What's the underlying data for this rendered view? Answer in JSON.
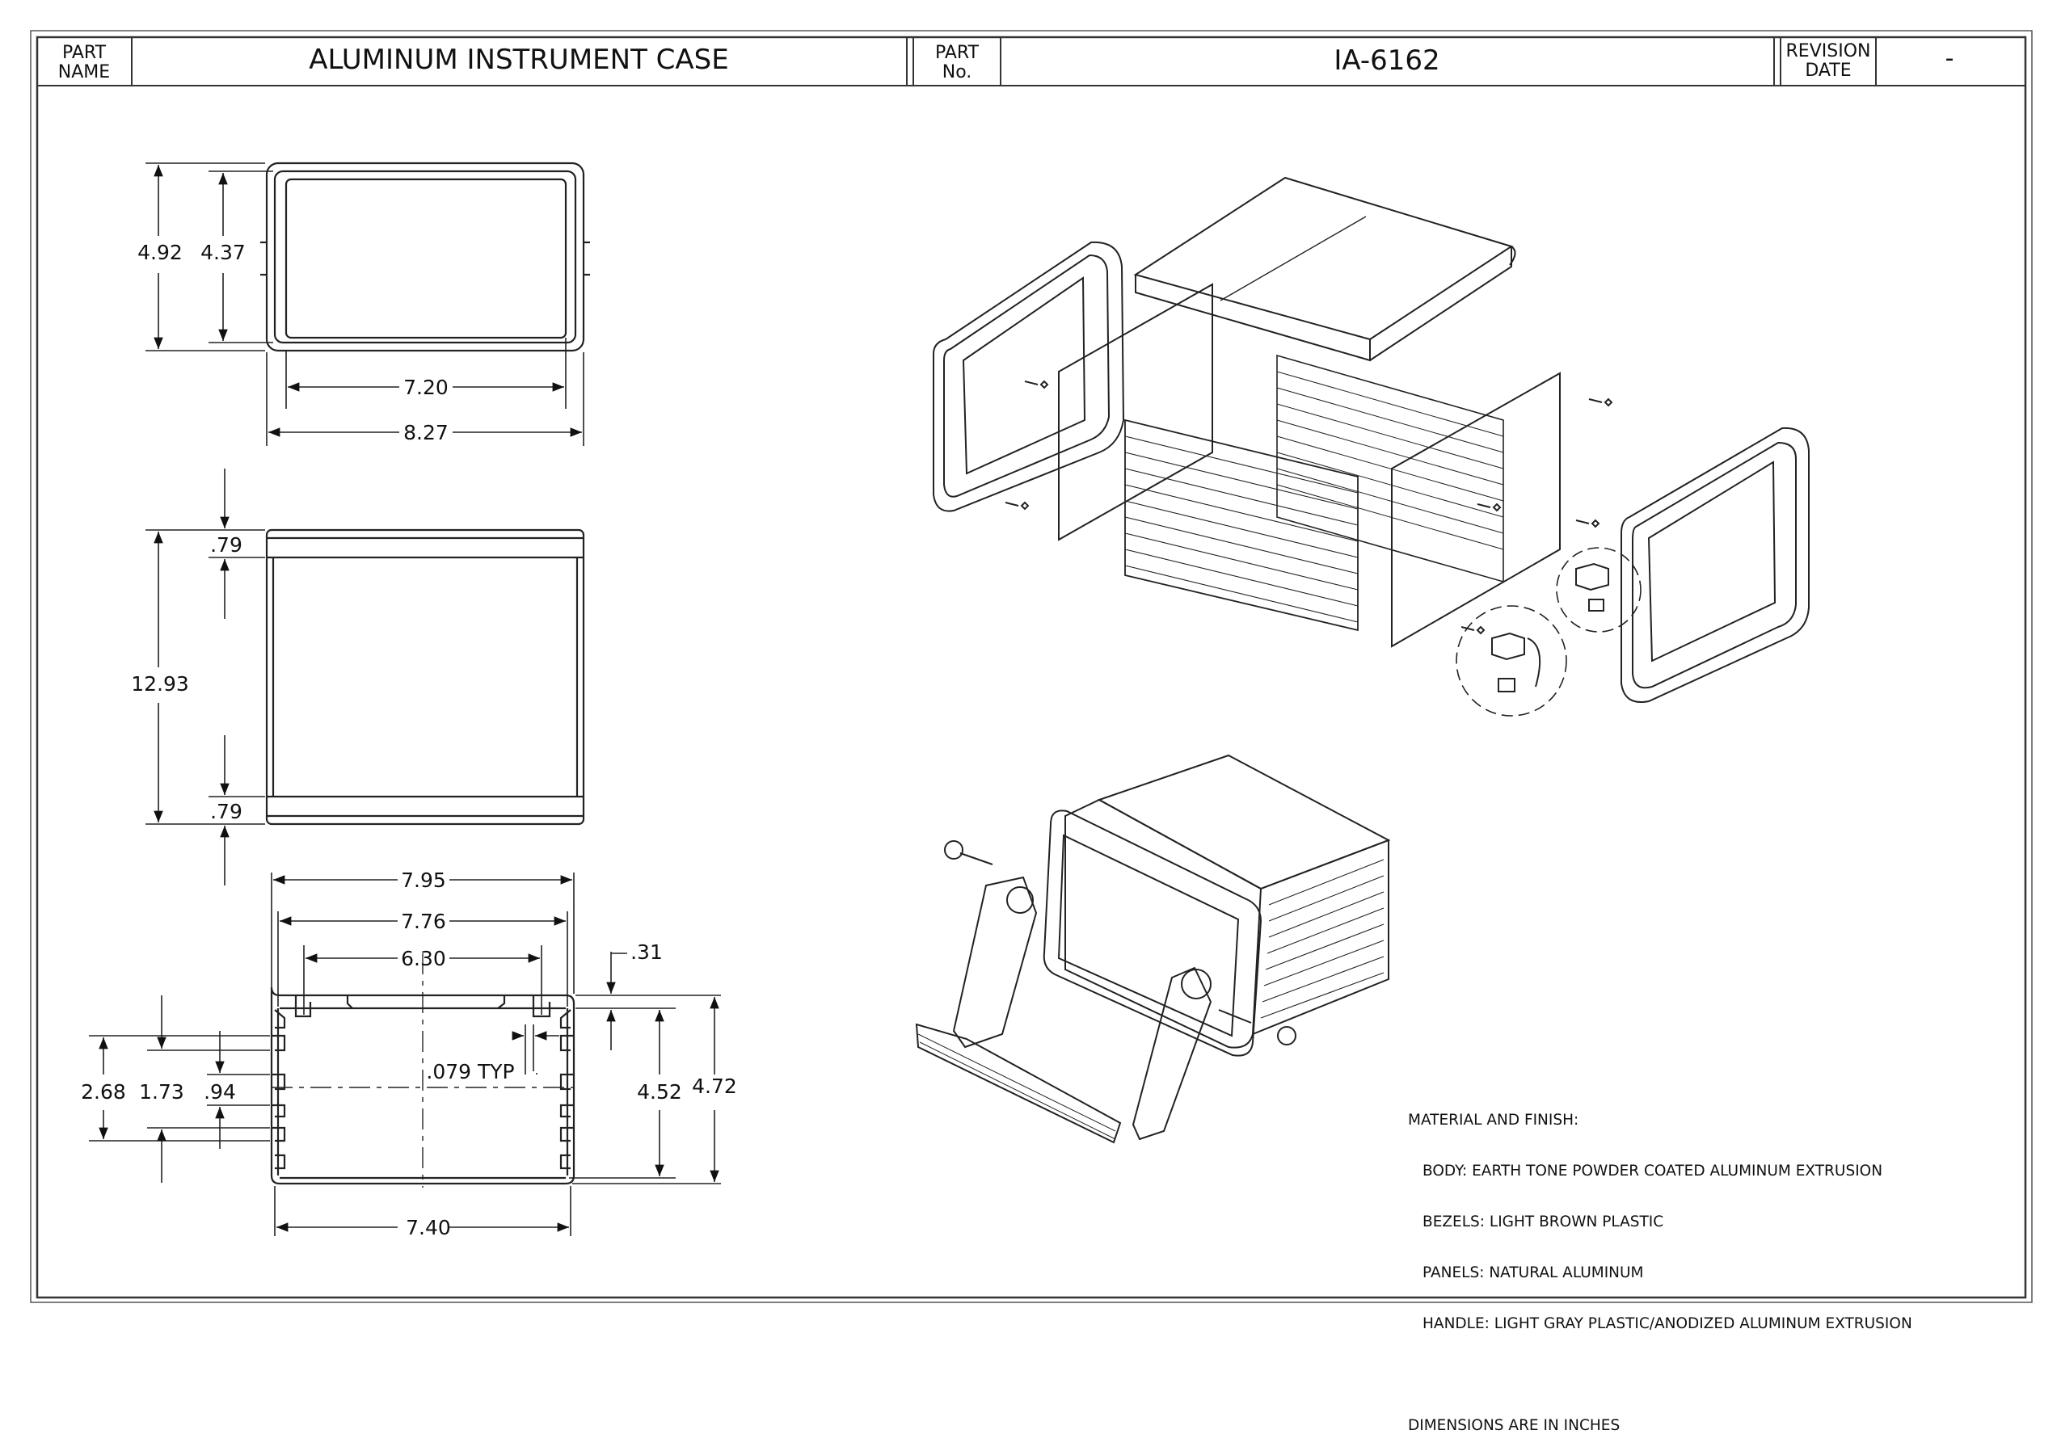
{
  "title_block": {
    "part_name_label": [
      "PART",
      "NAME"
    ],
    "part_name": "ALUMINUM INSTRUMENT CASE",
    "part_no_label": [
      "PART",
      "No."
    ],
    "part_no": "IA-6162",
    "revision_label": [
      "REVISION",
      "DATE"
    ],
    "revision": "-"
  },
  "dimensions": {
    "front": {
      "height_outer": "4.92",
      "height_inner": "4.37",
      "width_inner": "7.20",
      "width_outer": "8.27"
    },
    "side": {
      "top_band": ".79",
      "length": "12.93",
      "bottom_band": ".79"
    },
    "profile": {
      "w1": "7.95",
      "w2": "7.76",
      "w3": "6.30",
      "lip": ".31",
      "h_left1": "2.68",
      "h_left2": "1.73",
      "h_left3": ".94",
      "wall": ".079 TYP",
      "h_right1": "4.52",
      "h_right2": "4.72",
      "w_bottom": "7.40"
    }
  },
  "notes": {
    "heading": "MATERIAL AND FINISH:",
    "items": [
      "BODY: EARTH TONE POWDER COATED ALUMINUM EXTRUSION",
      "BEZELS: LIGHT BROWN PLASTIC",
      "PANELS: NATURAL ALUMINUM",
      "HANDLE: LIGHT GRAY PLASTIC/ANODIZED ALUMINUM EXTRUSION"
    ],
    "units": "DIMENSIONS ARE IN INCHES"
  }
}
